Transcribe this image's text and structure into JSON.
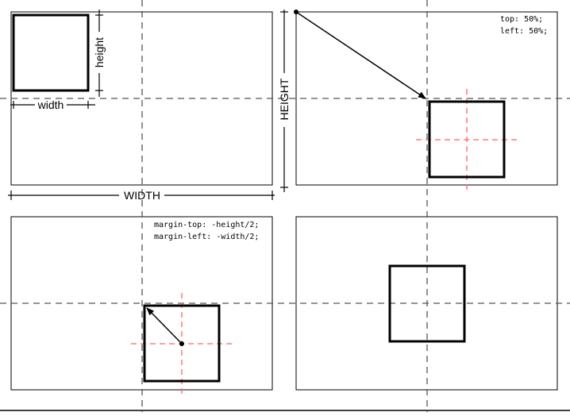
{
  "labels": {
    "width": "width",
    "height": "height",
    "big_width": "WIDTH",
    "big_height": "HEIGHT"
  },
  "code": {
    "top": "top:  50%;",
    "left": "left: 50%;",
    "margin_top": "margin-top: -height/2;",
    "margin_left": "margin-left: -width/2;"
  },
  "colors": {
    "stroke": "#000000",
    "guide": "#555555",
    "red_guide": "#ff6666"
  }
}
